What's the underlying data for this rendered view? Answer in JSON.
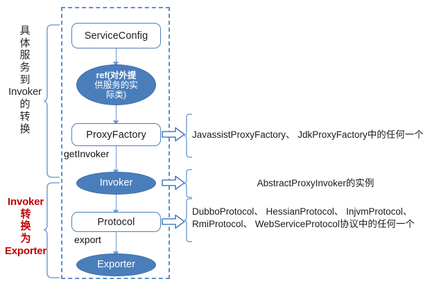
{
  "diagram": {
    "title": "Dubbo service export flow: ServiceConfig to Exporter",
    "colors": {
      "accent_blue": "#4a7ebb",
      "dashed_border": "#5b8fc9",
      "arrow_blue": "#6f9ad1",
      "red_label": "#c00000",
      "text": "#1a1a1a"
    },
    "container": {
      "style": "dashed-rectangle"
    },
    "nodes": [
      {
        "id": "service-config",
        "label": "ServiceConfig",
        "shape": "rounded-rect"
      },
      {
        "id": "ref",
        "shape": "ellipse",
        "label_lines": [
          "ref(对外提",
          "供服务的实",
          "际类)"
        ]
      },
      {
        "id": "proxy-factory",
        "label": "ProxyFactory",
        "shape": "rounded-rect"
      },
      {
        "id": "invoker",
        "label": "Invoker",
        "shape": "ellipse"
      },
      {
        "id": "protocol",
        "label": "Protocol",
        "shape": "rounded-rect"
      },
      {
        "id": "exporter",
        "label": "Exporter",
        "shape": "ellipse"
      }
    ],
    "edge_labels": [
      {
        "id": "get-invoker",
        "label": "getInvoker"
      },
      {
        "id": "export",
        "label": "export"
      }
    ],
    "annotations": [
      {
        "id": "proxy-factory-annotation",
        "lines": [
          "JavassistProxyFactory、 JdkProxyFactory中的任何一个"
        ]
      },
      {
        "id": "invoker-annotation",
        "lines": [
          "AbstractProxyInvoker的实例"
        ]
      },
      {
        "id": "protocol-annotation",
        "lines": [
          "DubboProtocol、 HessianProtocol、 InjvmProtocol、",
          "RmiProtocol、 WebServiceProtocol协议中的任何一个"
        ]
      }
    ],
    "side_labels": [
      {
        "id": "upper-phase-label",
        "color": "#262626",
        "bold": false,
        "chars": [
          "具",
          "体",
          "服",
          "务",
          "到",
          "Invoker",
          "的",
          "转",
          "换"
        ]
      },
      {
        "id": "lower-phase-label",
        "color": "#c00000",
        "bold": true,
        "chars": [
          "Invoker",
          "转",
          "换",
          "为",
          "Exporter"
        ]
      }
    ]
  }
}
